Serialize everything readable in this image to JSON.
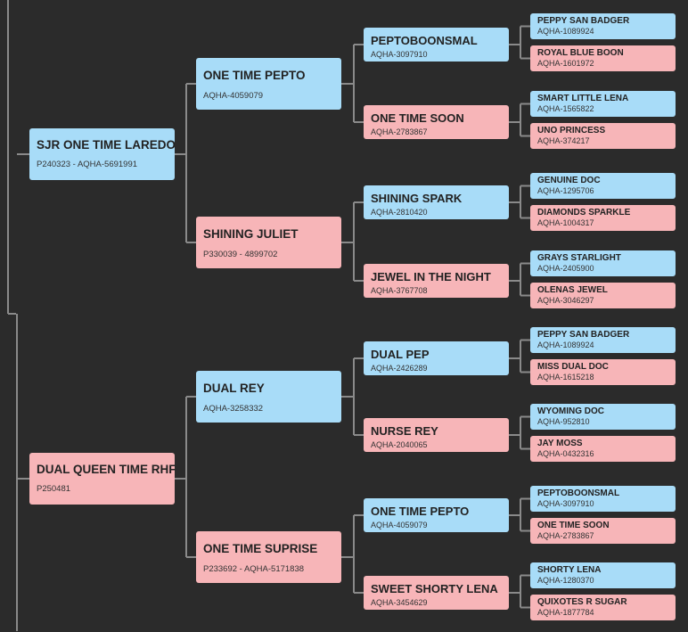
{
  "pedigree": [
    {
      "id": "1",
      "name": "SJR ONE TIME LAREDO",
      "reg": "P240323 - AQHA-5691991",
      "sex": "sire"
    },
    {
      "id": "11",
      "name": "ONE TIME PEPTO",
      "reg": "AQHA-4059079",
      "sex": "sire"
    },
    {
      "id": "111",
      "name": "PEPTOBOONSMAL",
      "reg": "AQHA-3097910",
      "sex": "sire"
    },
    {
      "id": "1111",
      "name": "PEPPY SAN BADGER",
      "reg": "AQHA-1089924",
      "sex": "sire"
    },
    {
      "id": "1112",
      "name": "ROYAL BLUE BOON",
      "reg": "AQHA-1601972",
      "sex": "dam"
    },
    {
      "id": "112",
      "name": "ONE TIME SOON",
      "reg": "AQHA-2783867",
      "sex": "dam"
    },
    {
      "id": "1121",
      "name": "SMART LITTLE LENA",
      "reg": "AQHA-1565822",
      "sex": "sire"
    },
    {
      "id": "1122",
      "name": "UNO PRINCESS",
      "reg": "AQHA-374217",
      "sex": "dam"
    },
    {
      "id": "12",
      "name": "SHINING JULIET",
      "reg": "P330039 - 4899702",
      "sex": "dam"
    },
    {
      "id": "121",
      "name": "SHINING SPARK",
      "reg": "AQHA-2810420",
      "sex": "sire"
    },
    {
      "id": "1211",
      "name": "GENUINE DOC",
      "reg": "AQHA-1295706",
      "sex": "sire"
    },
    {
      "id": "1212",
      "name": "DIAMONDS SPARKLE",
      "reg": "AQHA-1004317",
      "sex": "dam"
    },
    {
      "id": "122",
      "name": "JEWEL IN THE NIGHT",
      "reg": "AQHA-3767708",
      "sex": "dam"
    },
    {
      "id": "1221",
      "name": "GRAYS STARLIGHT",
      "reg": "AQHA-2405900",
      "sex": "sire"
    },
    {
      "id": "1222",
      "name": "OLENAS JEWEL",
      "reg": "AQHA-3046297",
      "sex": "dam"
    },
    {
      "id": "2",
      "name": "DUAL QUEEN TIME RHF",
      "reg": "P250481",
      "sex": "dam"
    },
    {
      "id": "21",
      "name": "DUAL REY",
      "reg": "AQHA-3258332",
      "sex": "sire"
    },
    {
      "id": "211",
      "name": "DUAL PEP",
      "reg": "AQHA-2426289",
      "sex": "sire"
    },
    {
      "id": "2111",
      "name": "PEPPY SAN BADGER",
      "reg": "AQHA-1089924",
      "sex": "sire"
    },
    {
      "id": "2112",
      "name": "MISS DUAL DOC",
      "reg": "AQHA-1615218",
      "sex": "dam"
    },
    {
      "id": "212",
      "name": "NURSE REY",
      "reg": "AQHA-2040065",
      "sex": "dam"
    },
    {
      "id": "2121",
      "name": "WYOMING DOC",
      "reg": "AQHA-952810",
      "sex": "sire"
    },
    {
      "id": "2122",
      "name": "JAY MOSS",
      "reg": "AQHA-0432316",
      "sex": "dam"
    },
    {
      "id": "22",
      "name": "ONE TIME SUPRISE",
      "reg": "P233692 - AQHA-5171838",
      "sex": "dam"
    },
    {
      "id": "221",
      "name": "ONE TIME PEPTO",
      "reg": "AQHA-4059079",
      "sex": "sire"
    },
    {
      "id": "2211",
      "name": "PEPTOBOONSMAL",
      "reg": "AQHA-3097910",
      "sex": "sire"
    },
    {
      "id": "2212",
      "name": "ONE TIME SOON",
      "reg": "AQHA-2783867",
      "sex": "dam"
    },
    {
      "id": "222",
      "name": "SWEET SHORTY LENA",
      "reg": "AQHA-3454629",
      "sex": "dam"
    },
    {
      "id": "2221",
      "name": "SHORTY LENA",
      "reg": "AQHA-1280370",
      "sex": "sire"
    },
    {
      "id": "2222",
      "name": "QUIXOTES R SUGAR",
      "reg": "AQHA-1877784",
      "sex": "dam"
    }
  ],
  "colors": {
    "sire": "#a8dcf8",
    "dam": "#f7b5b8",
    "background": "#2b2b2b",
    "connector": "#8a8a8a"
  }
}
